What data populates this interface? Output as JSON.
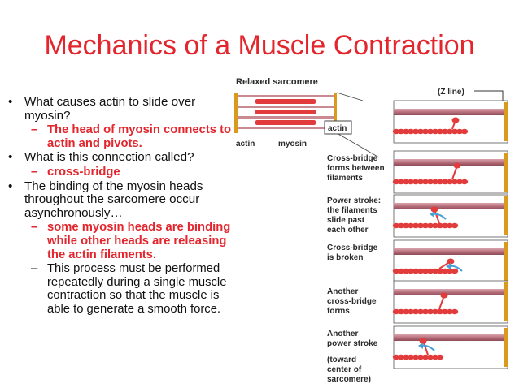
{
  "slide": {
    "title": "Mechanics of a Muscle Contraction",
    "bullets": [
      {
        "level": 1,
        "text": "What causes actin to slide over myosin?",
        "red": false
      },
      {
        "level": 2,
        "text": "The head of myosin connects to  actin and pivots.",
        "red": true
      },
      {
        "level": 1,
        "text": "What is this connection called?",
        "red": false
      },
      {
        "level": 2,
        "text": "cross-bridge",
        "red": true
      },
      {
        "level": 1,
        "text": "The binding of the myosin heads throughout the sarcomere occur asynchronously…",
        "red": false
      },
      {
        "level": 2,
        "text": "some myosin heads are binding while other heads are releasing the actin filaments.",
        "red": true
      },
      {
        "level": 2,
        "text": "This process must be performed repeatedly during a single muscle contraction so that the muscle is able to generate a smooth force.",
        "red": false
      }
    ]
  },
  "figure": {
    "relaxed": "Relaxed sarcomere",
    "zline": "(Z line)",
    "actin_callout": "actin",
    "actin": "actin",
    "myosin": "myosin",
    "step2": [
      "Cross-bridge",
      "forms between",
      "filaments"
    ],
    "step3": [
      "Power stroke:",
      "the filaments",
      "slide past",
      "each other"
    ],
    "step4": [
      "Cross-bridge",
      "is broken"
    ],
    "step5": [
      "Another",
      "cross-bridge",
      "forms"
    ],
    "step6": [
      "Another",
      "power stroke"
    ],
    "step6b": [
      "(toward",
      "center of",
      "sarcomere)"
    ],
    "colors": {
      "title": "#e3262d",
      "actin": "#b8707c",
      "myosin": "#e23b3b",
      "zline": "#d99a1e",
      "arrow": "#4a9fd6"
    }
  }
}
